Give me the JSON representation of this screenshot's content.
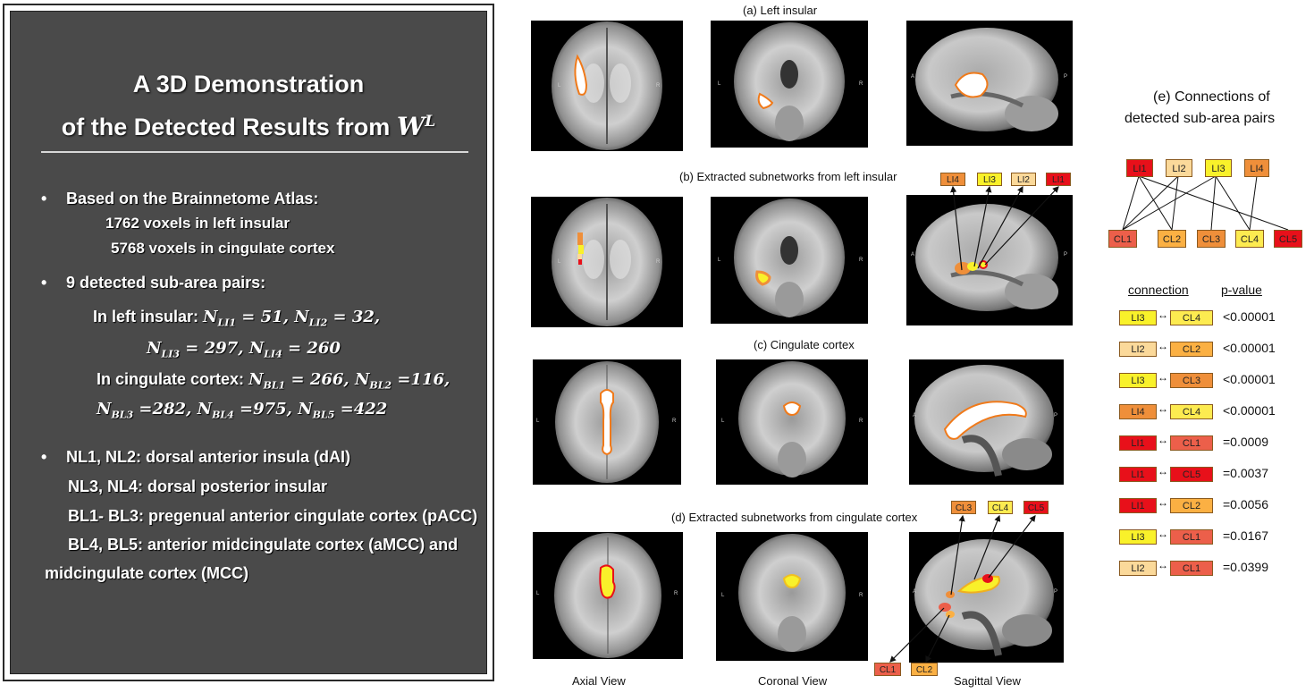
{
  "summary": {
    "title_line1": "A 3D Demonstration",
    "title_line2": "of the Detected Results from",
    "title_symbol": "W",
    "title_superscript": "L",
    "bullet1": "Based on the Brainnetome Atlas:",
    "bullet1_sub1": "1762 voxels in left insular",
    "bullet1_sub2": "5768 voxels in cingulate cortex",
    "bullet2": "9 detected sub-area pairs:",
    "li_prefix": "In left insular:",
    "li_line1": "N_LI1 = 51, N_LI2 = 32,",
    "li_line2": "N_LI3 = 297, N_LI4 = 260",
    "bl_prefix": "In cingulate cortex:",
    "bl_line1": "N_BL1 = 266, N_BL2 =116,",
    "bl_line2": "N_BL3 =282, N_BL4 =975, N_BL5 =422",
    "bullet3_l1": "NL1, NL2: dorsal anterior insula (dAI)",
    "bullet3_l2": "NL3, NL4: dorsal posterior insular",
    "bullet3_l3": "BL1- BL3: pregenual anterior cingulate cortex (pACC)",
    "bullet3_l4": "BL4, BL5: anterior midcingulate cortex (aMCC) and",
    "bullet3_l5": "midcingulate cortex (MCC)"
  },
  "figure": {
    "caption_a": "(a) Left insular",
    "caption_b": "(b) Extracted subnetworks from left insular",
    "caption_c": "(c) Cingulate cortex",
    "caption_d": "(d) Extracted subnetworks from cingulate cortex",
    "view_axial": "Axial View",
    "view_coronal": "Coronal View",
    "view_sagittal": "Sagittal View",
    "orient_l": "L",
    "orient_r": "R",
    "orient_a": "A",
    "orient_p": "P",
    "b_tags": [
      "LI4",
      "LI3",
      "LI2",
      "LI1"
    ],
    "d_tags_top": [
      "CL3",
      "CL4",
      "CL5"
    ],
    "d_tags_bottom": [
      "CL1",
      "CL2"
    ]
  },
  "connections": {
    "title_line1": "(e) Connections of",
    "title_line2": "detected sub-area pairs",
    "top_nodes": [
      "LI1",
      "LI2",
      "LI3",
      "LI4"
    ],
    "bottom_nodes": [
      "CL1",
      "CL2",
      "CL3",
      "CL4",
      "CL5"
    ],
    "col_connection": "connection",
    "col_pvalue": "p-value",
    "rows": [
      {
        "a": "LI3",
        "b": "CL4",
        "p": "<0.00001"
      },
      {
        "a": "LI2",
        "b": "CL2",
        "p": "<0.00001"
      },
      {
        "a": "LI3",
        "b": "CL3",
        "p": "<0.00001"
      },
      {
        "a": "LI4",
        "b": "CL4",
        "p": "<0.00001"
      },
      {
        "a": "LI1",
        "b": "CL1",
        "p": "=0.0009"
      },
      {
        "a": "LI1",
        "b": "CL5",
        "p": "=0.0037"
      },
      {
        "a": "LI1",
        "b": "CL2",
        "p": "=0.0056"
      },
      {
        "a": "LI3",
        "b": "CL1",
        "p": "=0.0167"
      },
      {
        "a": "LI2",
        "b": "CL1",
        "p": "=0.0399"
      }
    ]
  },
  "colors": {
    "LI1": "#e8101a",
    "LI2": "#fbd99a",
    "LI3": "#f9f12a",
    "LI4": "#ef8f3a",
    "CL1": "#ec5f4a",
    "CL2": "#fbb043",
    "CL3": "#ef8f3a",
    "CL4": "#fdeb50",
    "CL5": "#e8101a",
    "panel_bg": "#4a4a4a"
  }
}
